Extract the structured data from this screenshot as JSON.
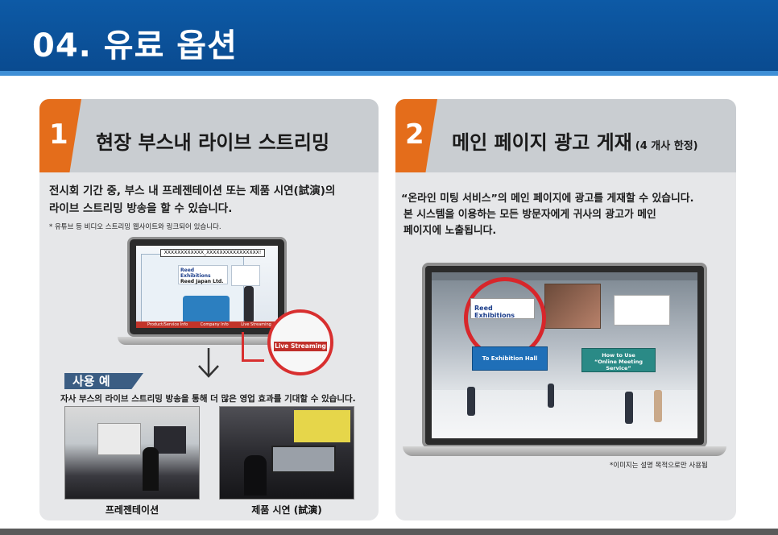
{
  "header": {
    "title": "04. 유료 옵션"
  },
  "left_card": {
    "number": "1",
    "title": "현장 부스내 라이브 스트리밍",
    "desc_line1": "전시회 기간 중, 부스 내 프레젠테이션 또는 제품 시연(試演)의",
    "desc_line2": "라이브 스트리밍 방송을 할 수 있습니다.",
    "note": "* 유튜브 등 비디오 스트리밍 웹사이트와 링크되어 있습니다.",
    "booth_marquee": "XXXXXXXXXXXX_XXXXXXXXXXXXXXXX!",
    "booth_logo": "Reed Exhibitions",
    "booth_company": "Reed Japan Ltd.",
    "nav_items": [
      "Product/Service Info",
      "Company Info",
      "Live Streaming"
    ],
    "live_label": "Live Streaming",
    "example_tag": "사용 예",
    "example_text": "자사 부스의 라이브 스트리밍 방송을 통해 더 많은 영업 효과를 기대할 수 있습니다.",
    "photo1_caption": "프레젠테이션",
    "photo2_caption": "제품 시연 (試演)"
  },
  "right_card": {
    "number": "2",
    "title": "메인 페이지 광고 게재",
    "title_note": "(4 개사 한정)",
    "desc_line1": "“온라인 미팅 서비스”의 메인 페이지에 광고를 게재할 수 있습니다.",
    "desc_line2": "본 시스템을 이용하는 모든 방문자에게 귀사의 광고가 메인",
    "desc_line3": "페이지에 노출됩니다.",
    "ad_logo": "Reed Exhibitions",
    "hall_button": "To Exhibition Hall",
    "howto_line1": "How to Use",
    "howto_line2": "“Online Meeting Service”",
    "footnote": "*이미지는 설명 목적으로만 사용됨"
  },
  "colors": {
    "banner": "#0a4a8f",
    "accent_orange": "#e46d1b",
    "highlight_red": "#d82f2f",
    "card_bg": "#e6e7e9"
  }
}
